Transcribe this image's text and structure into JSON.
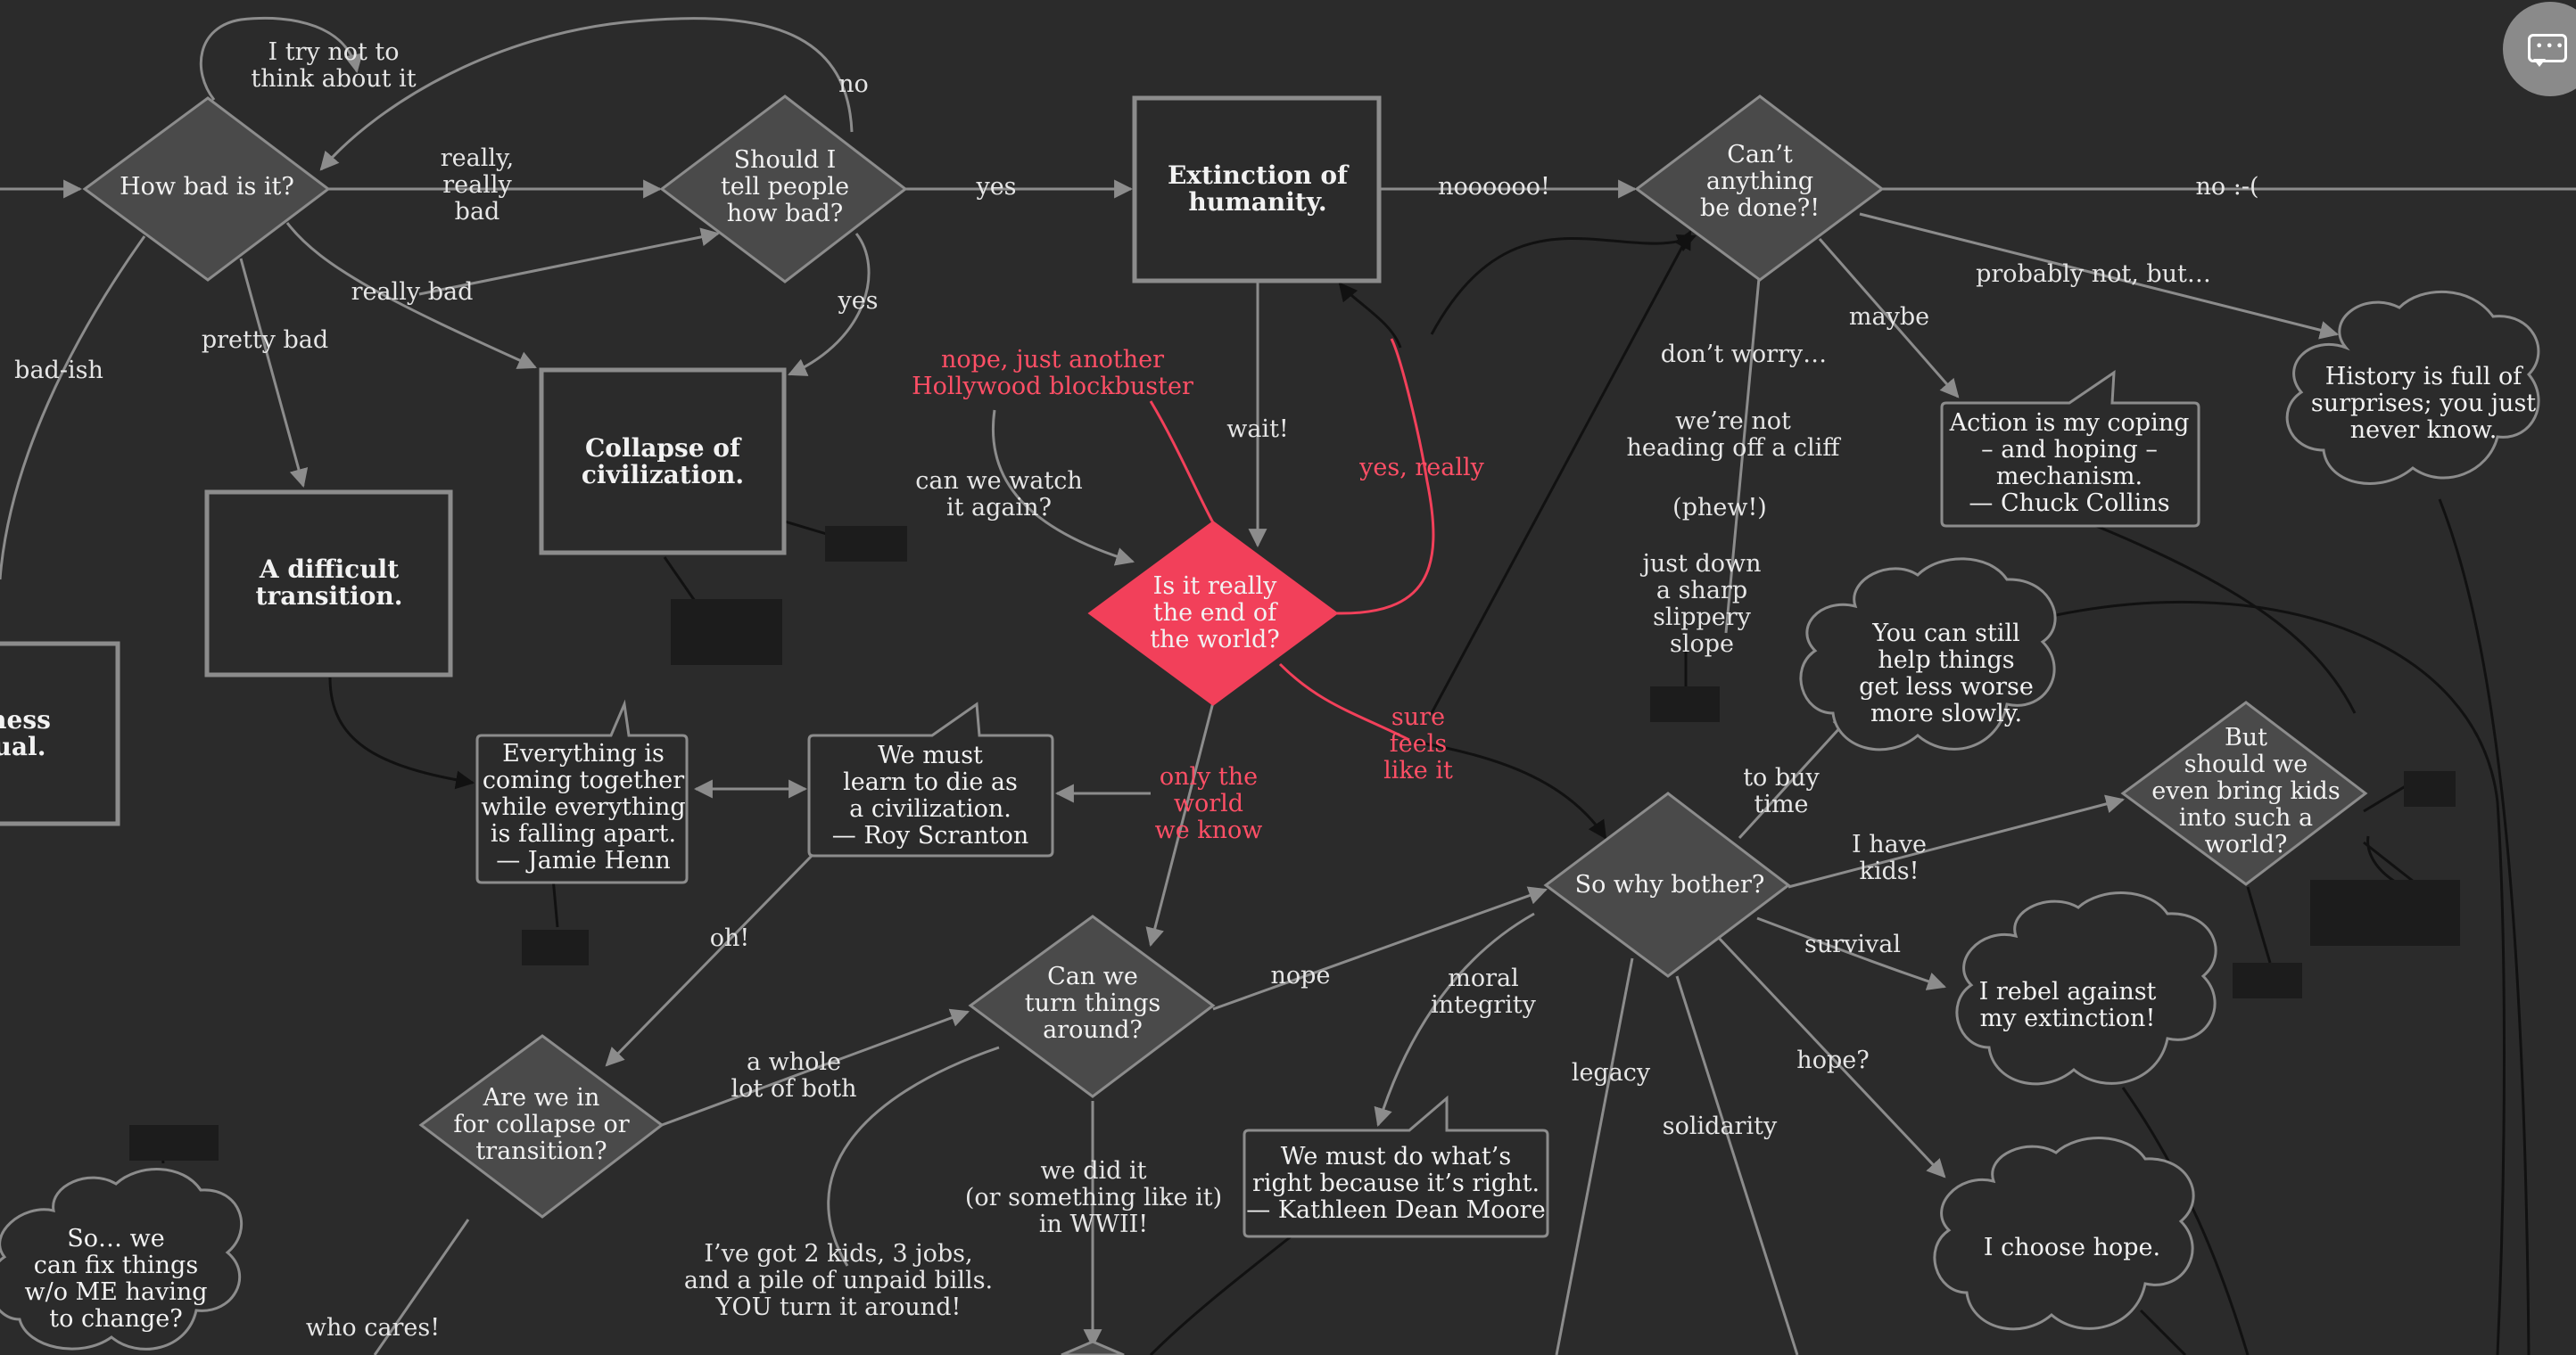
{
  "colors": {
    "background": "#2b2b2b",
    "node_fill": "#4a4a4a",
    "box_fill": "#2b2b2b",
    "stroke": "#8c8c8c",
    "accent": "#f2405a",
    "accent_text": "#ff4f66",
    "edge": "#8c8c8c",
    "dark_edge": "#111111",
    "placeholder": "#1c1c1c"
  },
  "icons": {
    "chat": "chat-bubble-icon"
  },
  "nodes": {
    "how_bad": "How bad is it?",
    "should_tell": "Should I\ntell people\nhow bad?",
    "extinction": "Extinction of\nhumanity.",
    "cant_anything": "Can’t\nanything\nbe done?!",
    "collapse": "Collapse of\ncivilization.",
    "difficult": "A difficult\ntransition.",
    "ness_usual": "ness\nual.",
    "end_of_world": "Is it really\nthe end of\nthe world?",
    "everything_coming": "Everything is\ncoming together\nwhile everything\nis falling apart.\n— Jamie Henn",
    "we_must_learn": "We must\nlearn to die as\na civilization.\n— Roy Scranton",
    "action_coping": "Action is my coping\n– and hoping –\nmechanism.\n— Chuck Collins",
    "history_surprises": "History is full of\nsurprises; you just\nnever know.",
    "you_can_still": "You can still\nhelp things\nget less worse\nmore slowly.",
    "should_we_bring": "But\nshould we\neven bring kids\ninto such a\nworld?",
    "why_bother": "So why bother?",
    "i_rebel": "I rebel against\nmy extinction!",
    "can_we_turn": "Can we\nturn things\naround?",
    "collapse_or_transition": "Are we in\nfor collapse or\ntransition?",
    "we_must_do": "We must do what’s\nright because it’s right.\n— Kathleen Dean Moore",
    "i_choose_hope": "I choose hope.",
    "so_we_can_fix": "So… we\ncan fix things\nw/o ME having\nto change?"
  },
  "edge_labels": {
    "try_not": "I try not to\nthink about it",
    "no_top": "no",
    "really_really_bad": "really,\nreally\nbad",
    "yes_1": "yes",
    "nooo": "noooooo!",
    "no_sad": "no :-(",
    "yes_2": "yes",
    "really_bad": "really bad",
    "pretty_bad": "pretty bad",
    "bad_ish": "bad-ish",
    "probably_not": "probably not, but…",
    "maybe": "maybe",
    "dont_worry": "don’t worry…",
    "not_cliff": "we’re not\nheading off a cliff",
    "phew": "(phew!)",
    "slippery": "just down\na sharp\nslippery\nslope",
    "nope_hollywood": "nope, just another\nHollywood blockbuster",
    "wait": "wait!",
    "watch_again": "can we watch\nit again?",
    "yes_really": "yes, really",
    "sure_feels": "sure\nfeels\nlike it",
    "only_world": "only the\nworld\nwe know",
    "oh": "oh!",
    "to_buy_time": "to buy\ntime",
    "i_have_kids": "I have\nkids!",
    "nope": "nope",
    "moral_integrity": "moral\nintegrity",
    "survival": "survival",
    "legacy": "legacy",
    "hope": "hope?",
    "solidarity": "solidarity",
    "whole_lot": "a whole\nlot of both",
    "did_it": "we did it\n(or something like it)\nin WWII!",
    "two_kids": "I’ve got 2 kids, 3 jobs,\nand a pile of unpaid bills.\nYOU turn it around!",
    "who_cares": "who cares!"
  }
}
